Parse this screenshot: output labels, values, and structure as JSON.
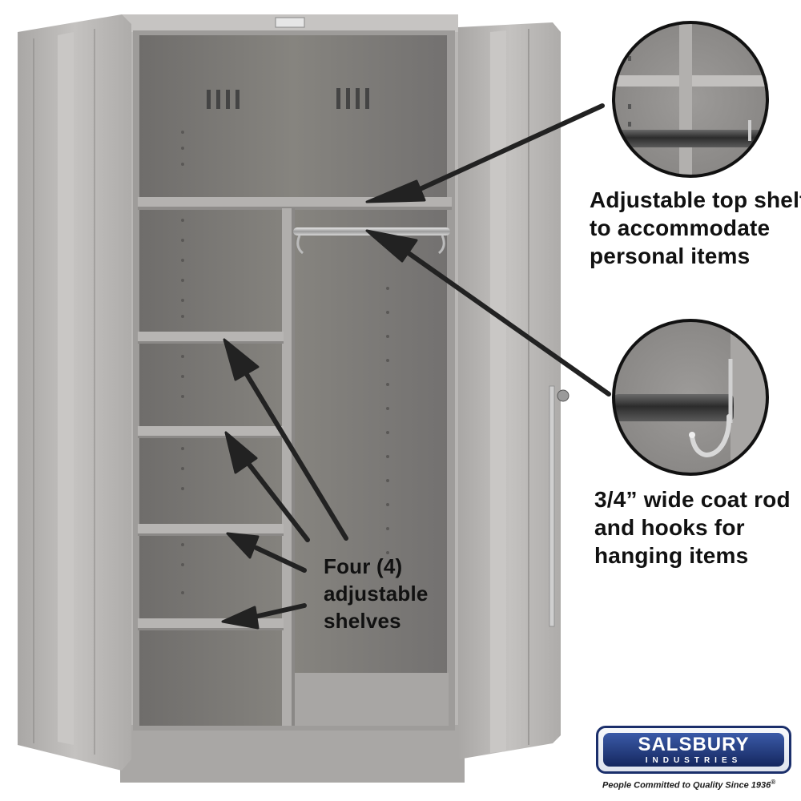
{
  "callouts": {
    "top_shelf": [
      "Adjustable top shelf",
      "to accommodate",
      "personal items"
    ],
    "coat_rod": [
      "3/4” wide coat rod",
      "and hooks for",
      "hanging items"
    ],
    "shelves": [
      "Four (4)",
      "adjustable",
      "shelves"
    ]
  },
  "brand": {
    "name": "SALSBURY",
    "sub": "INDUSTRIES",
    "tagline": "People Committed to Quality Since 1936",
    "registered": "®"
  },
  "colors": {
    "cabinet": "#b5b3b1",
    "interior": "#7d7b79",
    "arrow": "#222222",
    "brand_blue": "#1b2f6b"
  }
}
